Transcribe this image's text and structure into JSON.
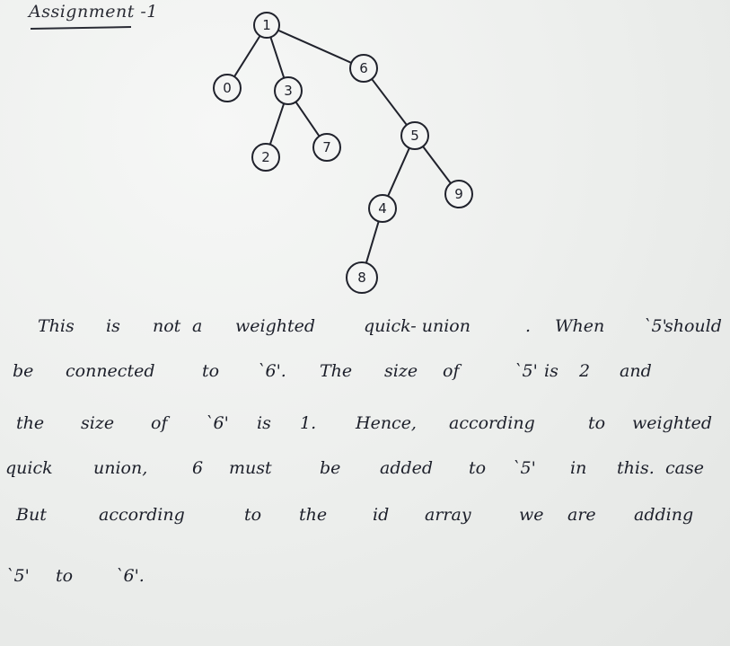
{
  "title": "Assignment -1",
  "tree": {
    "nodes": [
      {
        "id": "1",
        "label": "1"
      },
      {
        "id": "0",
        "label": "0"
      },
      {
        "id": "3",
        "label": "3"
      },
      {
        "id": "6",
        "label": "6"
      },
      {
        "id": "2",
        "label": "2"
      },
      {
        "id": "7",
        "label": "7"
      },
      {
        "id": "5",
        "label": "5"
      },
      {
        "id": "4",
        "label": "4"
      },
      {
        "id": "9",
        "label": "9"
      },
      {
        "id": "8",
        "label": "8"
      }
    ],
    "edges": [
      [
        "1",
        "0"
      ],
      [
        "1",
        "3"
      ],
      [
        "1",
        "6"
      ],
      [
        "3",
        "2"
      ],
      [
        "3",
        "7"
      ],
      [
        "6",
        "5"
      ],
      [
        "5",
        "4"
      ],
      [
        "5",
        "9"
      ],
      [
        "4",
        "8"
      ]
    ]
  },
  "text_lines": [
    [
      "This",
      "is",
      "not",
      "a",
      "weighted",
      "quick- union",
      ".",
      "When",
      "`5'",
      "should"
    ],
    [
      "be",
      "connected",
      "to",
      "`6'.",
      "The",
      "size",
      "of",
      "`5'",
      "is",
      "2",
      "and"
    ],
    [
      "the",
      "size",
      "of",
      "`6'",
      "is",
      "1.",
      "Hence,",
      "according",
      "to",
      "weighted"
    ],
    [
      "quick",
      "union,",
      "6",
      "must",
      "be",
      "added",
      "to",
      "`5'",
      "in",
      "this.",
      "case"
    ],
    [
      "But",
      "according",
      "to",
      "the",
      "id",
      "array",
      "we",
      "are",
      "adding"
    ],
    [
      "`5'",
      "to",
      "`6'."
    ]
  ]
}
